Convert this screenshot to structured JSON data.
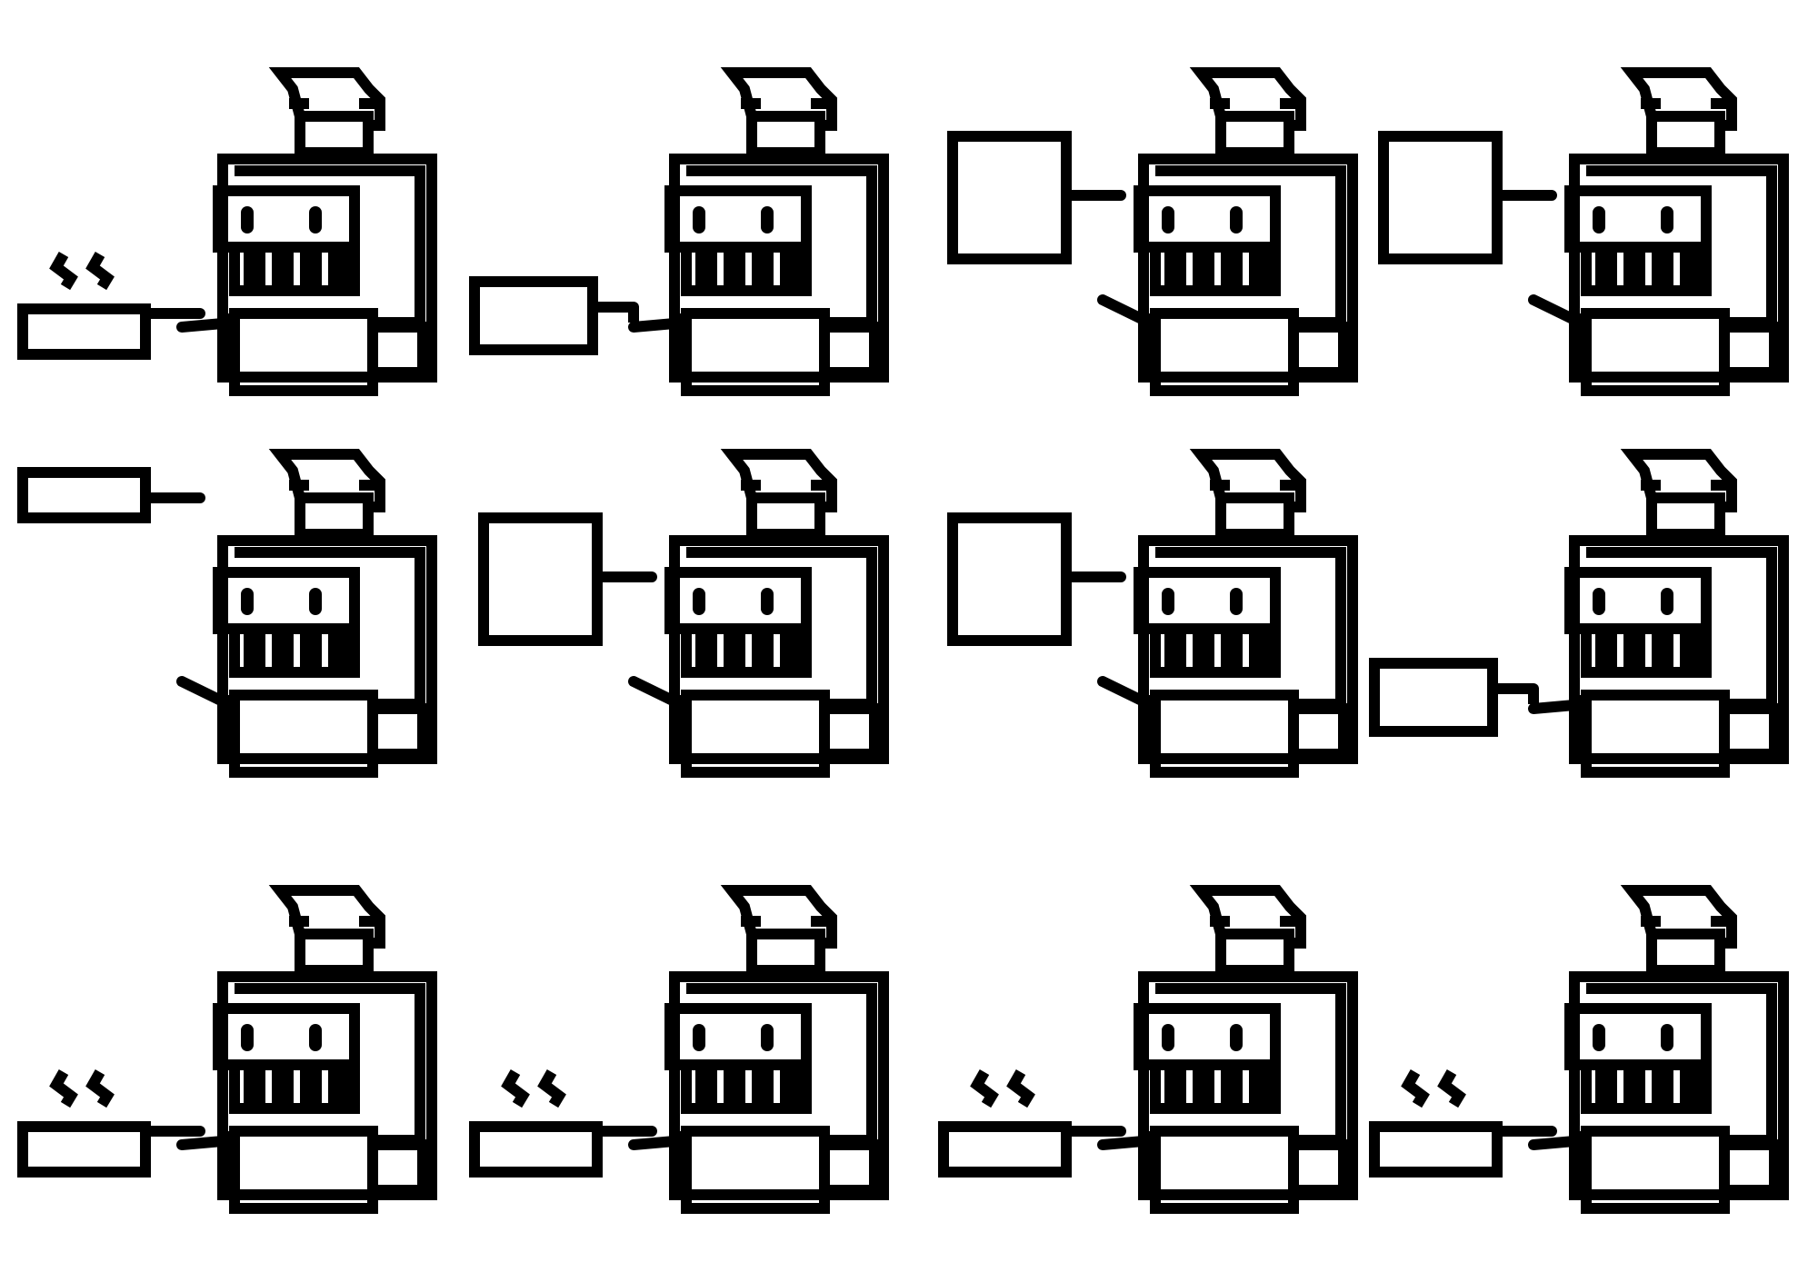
{
  "figure": {
    "description_printed_text": "",
    "stroke_color": "#000000",
    "background_color": "#ffffff"
  },
  "grid": {
    "rows": 3,
    "columns": 4
  },
  "panels": [
    {
      "row": 1,
      "col": 1,
      "head_fill": "empty",
      "tray": "flat-with-steam",
      "arm": "cable-out"
    },
    {
      "row": 1,
      "col": 2,
      "head_fill": "empty",
      "tray": "box",
      "arm": "cable-out"
    },
    {
      "row": 1,
      "col": 3,
      "head_fill": "empty",
      "tray": "tall-box-raised",
      "arm": "arm-down"
    },
    {
      "row": 1,
      "col": 4,
      "head_fill": "empty",
      "tray": "tall-box-raised",
      "arm": "arm-down"
    },
    {
      "row": 2,
      "col": 1,
      "head_fill": "empty",
      "tray": "flat-raised",
      "arm": "arm-down"
    },
    {
      "row": 2,
      "col": 2,
      "head_fill": "empty",
      "tray": "tall-box-raised",
      "arm": "arm-down"
    },
    {
      "row": 2,
      "col": 3,
      "head_fill": "empty",
      "tray": "tall-box-raised",
      "arm": "arm-down"
    },
    {
      "row": 2,
      "col": 4,
      "head_fill": "empty",
      "tray": "box",
      "arm": "cable-out"
    },
    {
      "row": 3,
      "col": 1,
      "head_fill": "empty",
      "tray": "flat-with-steam",
      "arm": "cable-out"
    },
    {
      "row": 3,
      "col": 2,
      "head_fill": "empty",
      "tray": "flat-with-steam",
      "arm": "cable-out"
    },
    {
      "row": 3,
      "col": 3,
      "head_fill": "empty",
      "tray": "flat-with-steam",
      "arm": "cable-out"
    },
    {
      "row": 3,
      "col": 4,
      "head_fill": "empty",
      "tray": "flat-with-steam",
      "arm": "cable-out"
    }
  ]
}
